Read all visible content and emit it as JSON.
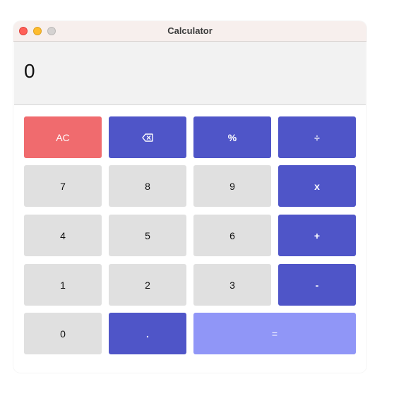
{
  "window": {
    "title": "Calculator"
  },
  "display": {
    "value": "0"
  },
  "keys": {
    "clear": "AC",
    "backspace_icon": "backspace-icon",
    "percent": "%",
    "divide": "÷",
    "seven": "7",
    "eight": "8",
    "nine": "9",
    "multiply": "x",
    "four": "4",
    "five": "5",
    "six": "6",
    "plus": "+",
    "one": "1",
    "two": "2",
    "three": "3",
    "minus": "-",
    "zero": "0",
    "decimal": ".",
    "equals": "="
  },
  "colors": {
    "operator": "#4f55c8",
    "clear": "#f06b6e",
    "equals": "#9096f7",
    "digit": "#e0e0e0",
    "display_bg": "#f2f2f2",
    "titlebar_bg": "#f7efed"
  }
}
